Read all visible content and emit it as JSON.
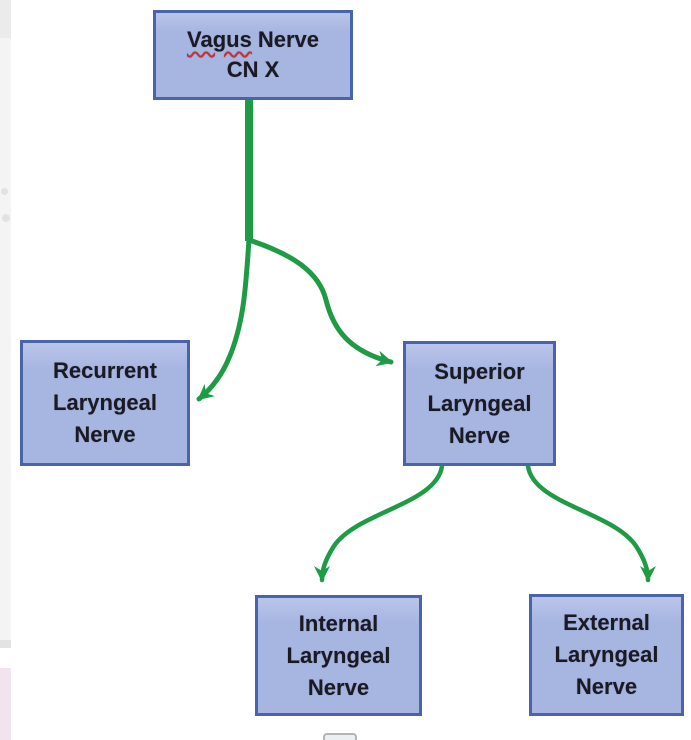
{
  "diagram": {
    "type": "flowchart",
    "topic": "Branches of the Vagus Nerve (CN X)",
    "nodes": {
      "vagus": {
        "line1_word1": "Vagus",
        "line1_word2": "Nerve",
        "line2": "CN X"
      },
      "recurrent": {
        "line1": "Recurrent",
        "line2": "Laryngeal",
        "line3": "Nerve"
      },
      "superior": {
        "line1": "Superior",
        "line2": "Laryngeal",
        "line3": "Nerve"
      },
      "internal": {
        "line1": "Internal",
        "line2": "Laryngeal",
        "line3": "Nerve"
      },
      "external": {
        "line1": "External",
        "line2": "Laryngeal",
        "line3": "Nerve"
      }
    },
    "edges": [
      {
        "from": "Vagus Nerve CN X",
        "to": "Recurrent Laryngeal Nerve"
      },
      {
        "from": "Vagus Nerve CN X",
        "to": "Superior Laryngeal Nerve"
      },
      {
        "from": "Superior Laryngeal Nerve",
        "to": "Internal Laryngeal Nerve"
      },
      {
        "from": "Superior Laryngeal Nerve",
        "to": "External Laryngeal Nerve"
      }
    ],
    "colors": {
      "box_fill": "#a7b5e1",
      "box_border": "#4a64ab",
      "arrow_green": "#1f9b45",
      "text": "#1a1a24",
      "spell_red": "#c63131"
    },
    "spellcheck_squiggle_under_word": "Vagus"
  }
}
